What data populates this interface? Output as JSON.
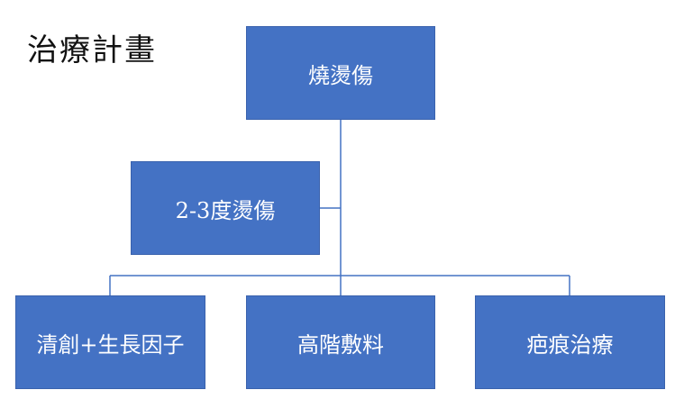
{
  "title": "治療計畫",
  "nodes": {
    "root": "燒燙傷",
    "assistant": "2-3度燙傷",
    "child_1": "清創+生長因子",
    "child_2": "高階敷料",
    "child_3": "疤痕治療"
  },
  "colors": {
    "node_fill": "#4472c4",
    "connector": "#4472c4"
  }
}
